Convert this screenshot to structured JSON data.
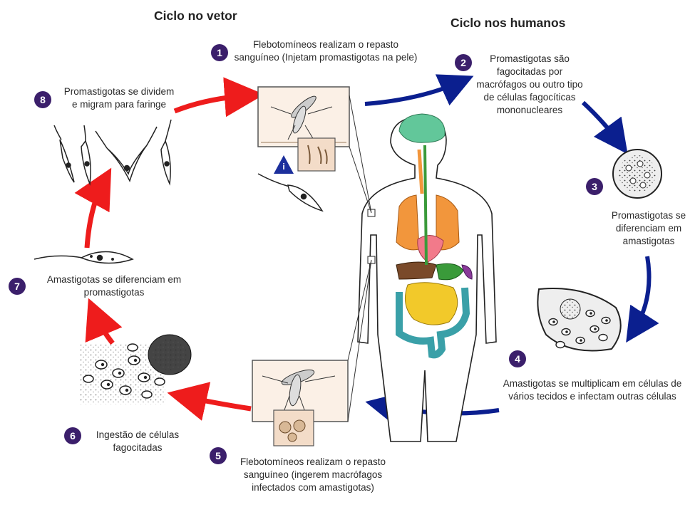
{
  "titles": {
    "vector": "Ciclo no vetor",
    "human": "Ciclo nos humanos"
  },
  "steps": [
    {
      "num": "1",
      "text": "Flebotomíneos realizam o repasto sanguíneo (Injetam promastigotas na pele)"
    },
    {
      "num": "2",
      "text": "Promastigotas são fagocitadas por macrófagos ou outro tipo de células fagocíticas mononucleares"
    },
    {
      "num": "3",
      "text": "Promastigotas se diferenciam em amastigotas"
    },
    {
      "num": "4",
      "text": "Amastigotas se multiplicam em células de vários tecidos e infectam outras células"
    },
    {
      "num": "5",
      "text": "Flebotomíneos realizam o repasto sanguíneo (ingerem macrófagos infectados com amastigotas)"
    },
    {
      "num": "6",
      "text": "Ingestão de células fagocitadas"
    },
    {
      "num": "7",
      "text": "Amastigotas se diferenciam em promastigotas"
    },
    {
      "num": "8",
      "text": "Promastigotas se dividem e migram para faringe"
    }
  ],
  "infective_stage_marker": "i",
  "colors": {
    "vector_arrow": "#ee1c1c",
    "human_arrow": "#0b1f8f",
    "badge": "#3b1f6b",
    "brain": "#62c79a",
    "lungs": "#f2963c",
    "heart": "#f27a8a",
    "liver": "#7a4a2a",
    "stomach": "#3a9a3a",
    "intestine_small": "#f2c92a",
    "intestine_large": "#3aa0a8",
    "spleen": "#8a3a9a"
  }
}
